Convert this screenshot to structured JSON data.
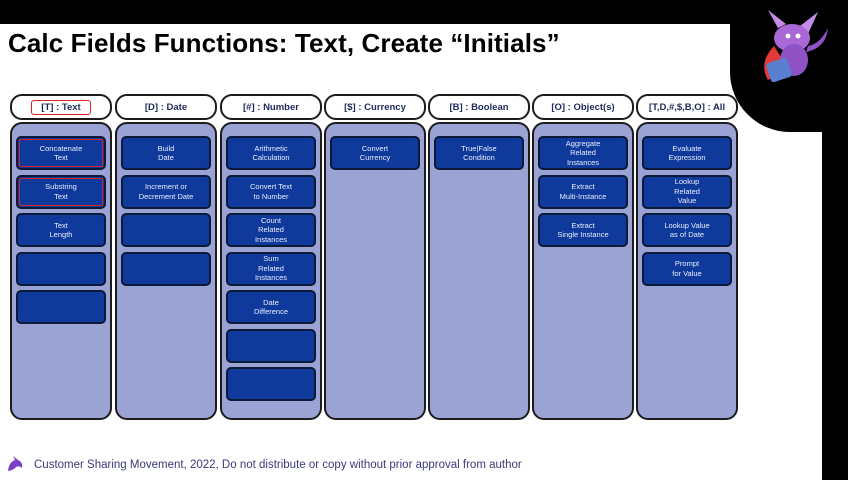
{
  "slide": {
    "title": "Calc Fields Functions: Text, Create “Initials”",
    "footer": "Customer Sharing Movement, 2022, Do not distribute or copy without prior approval from author"
  },
  "columns": [
    {
      "header": "[T] : Text",
      "highlighted": true,
      "cells": [
        "Concatenate\nText",
        "Substring\nText",
        "Text\nLength",
        "",
        ""
      ],
      "red_cells": [
        0,
        1
      ]
    },
    {
      "header": "[D] : Date",
      "highlighted": false,
      "cells": [
        "Build\nDate",
        "Increment or\nDecrement Date",
        "",
        ""
      ],
      "red_cells": []
    },
    {
      "header": "[#] : Number",
      "highlighted": false,
      "cells": [
        "Arithmetic\nCalculation",
        "Convert Text\nto Number",
        "Count\nRelated\nInstances",
        "Sum\nRelated\nInstances",
        "Date\nDifference",
        "",
        ""
      ],
      "red_cells": []
    },
    {
      "header": "[$] : Currency",
      "highlighted": false,
      "cells": [
        "Convert\nCurrency"
      ],
      "red_cells": []
    },
    {
      "header": "[B] : Boolean",
      "highlighted": false,
      "cells": [
        "True|False\nCondition"
      ],
      "red_cells": []
    },
    {
      "header": "[O] : Object(s)",
      "highlighted": false,
      "cells": [
        "Aggregate\nRelated\nInstances",
        "Extract\nMulti-Instance",
        "Extract\nSingle Instance"
      ],
      "red_cells": []
    },
    {
      "header": "[T,D,#,$,B,O] : All",
      "highlighted": false,
      "cells": [
        "Evaluate\nExpression",
        "Lookup\nRelated\nValue",
        "Lookup Value\nas of Date",
        "Prompt\nfor Value"
      ],
      "red_cells": []
    }
  ],
  "colors": {
    "column_fill": "#9aa3d4",
    "cell_fill": "#0f3a9c",
    "highlight": "#dd2222",
    "header_text": "#1f2a5a"
  }
}
